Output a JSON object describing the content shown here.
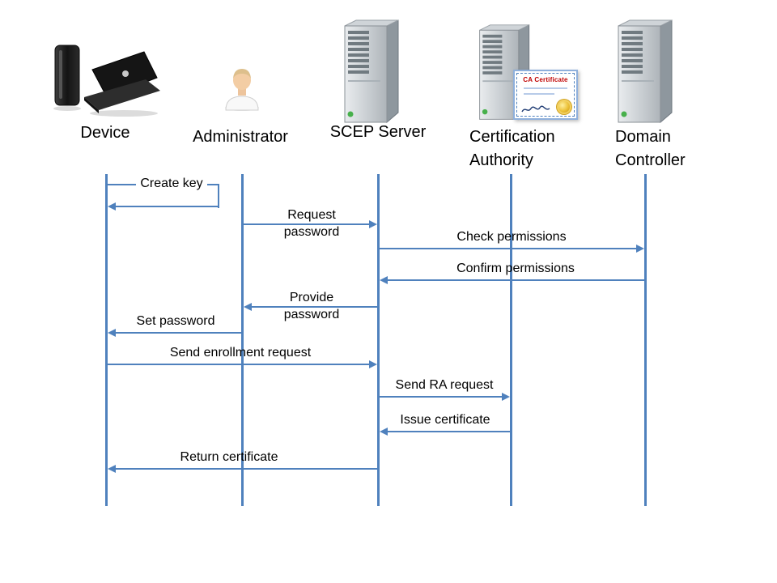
{
  "diagram": {
    "type": "sequence",
    "actors": [
      {
        "id": "device",
        "label": "Device"
      },
      {
        "id": "administrator",
        "label": "Administrator"
      },
      {
        "id": "scep-server",
        "label": "SCEP Server"
      },
      {
        "id": "certification-authority",
        "label": "Certification Authority"
      },
      {
        "id": "domain-controller",
        "label": "Domain Controller"
      }
    ],
    "ca_certificate": {
      "title": "CA Certificate"
    },
    "messages": [
      {
        "label": "Create key",
        "from": "Device",
        "to": "Device",
        "direction": "self"
      },
      {
        "label": "Request password",
        "from": "Administrator",
        "to": "SCEP Server",
        "direction": "right"
      },
      {
        "label": "Check permissions",
        "from": "SCEP Server",
        "to": "Domain Controller",
        "direction": "right"
      },
      {
        "label": "Confirm permissions",
        "from": "Domain Controller",
        "to": "SCEP Server",
        "direction": "left"
      },
      {
        "label": "Provide password",
        "from": "SCEP Server",
        "to": "Administrator",
        "direction": "left"
      },
      {
        "label": "Set password",
        "from": "Administrator",
        "to": "Device",
        "direction": "left"
      },
      {
        "label": "Send enrollment request",
        "from": "Device",
        "to": "SCEP Server",
        "direction": "right"
      },
      {
        "label": "Send RA request",
        "from": "SCEP Server",
        "to": "Certification Authority",
        "direction": "right"
      },
      {
        "label": "Issue certificate",
        "from": "Certification Authority",
        "to": "SCEP Server",
        "direction": "left"
      },
      {
        "label": "Return certificate",
        "from": "SCEP Server",
        "to": "Device",
        "direction": "left"
      }
    ],
    "colors": {
      "accent": "#4f81bd",
      "text": "#000000",
      "background": "#ffffff",
      "ca_title": "#c00000"
    }
  }
}
